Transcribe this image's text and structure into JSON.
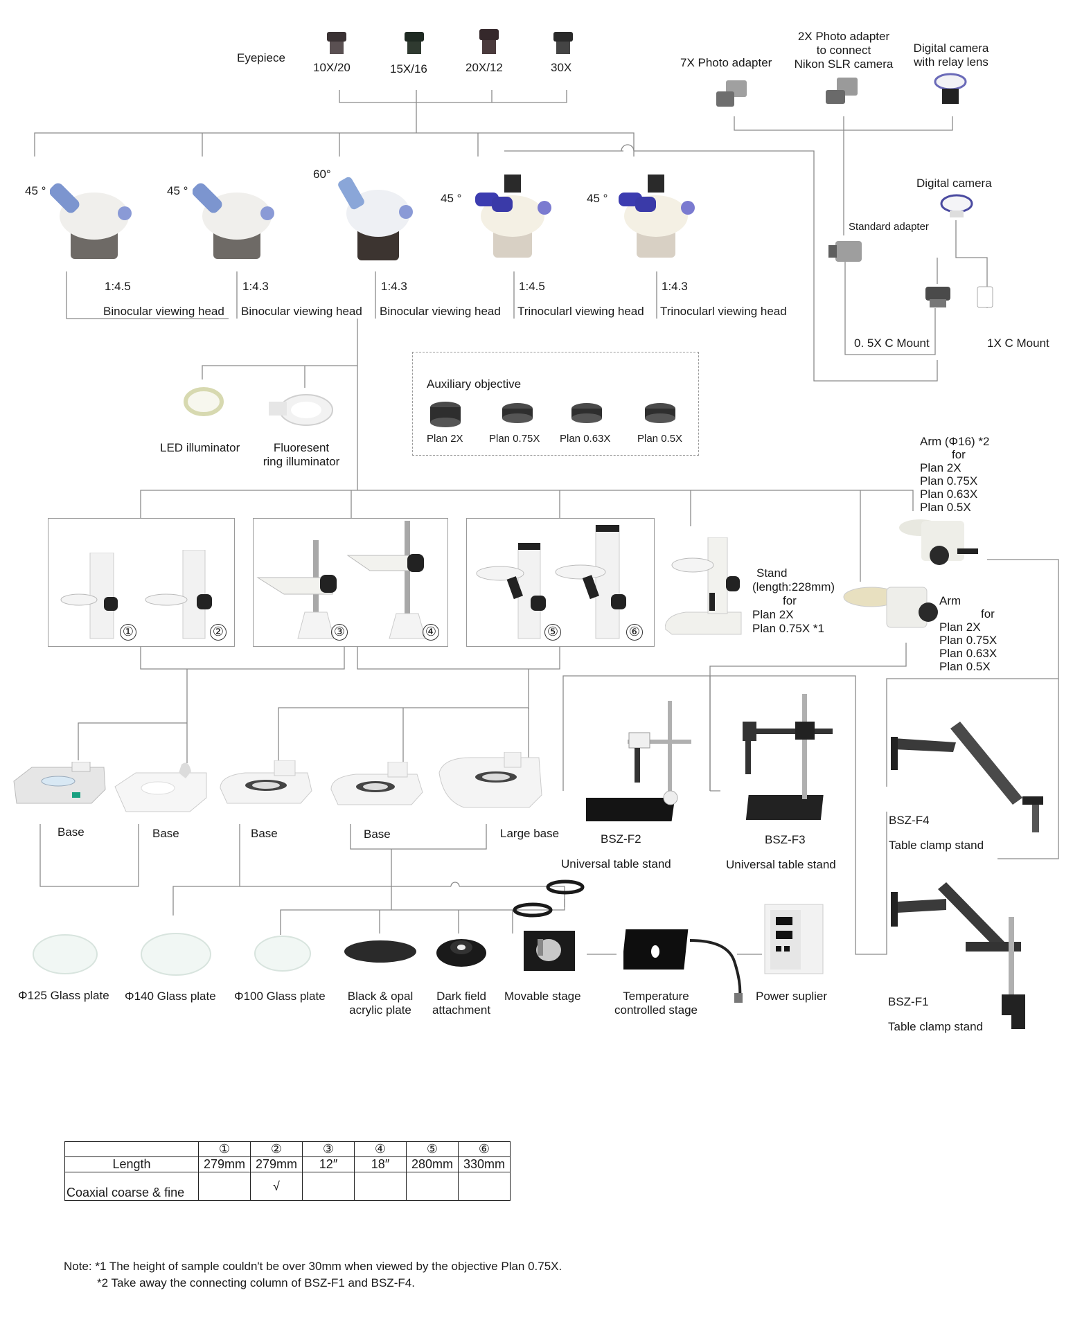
{
  "eyepiece": {
    "label": "Eyepiece",
    "items": [
      "10X/20",
      "15X/16",
      "20X/12",
      "30X"
    ]
  },
  "photo": {
    "adapter7x": "7X Photo  adapter",
    "adapter2x": [
      "2X Photo  adapter",
      "to  connect",
      "Nikon SLR camera"
    ],
    "digital_relay": [
      "Digital camera",
      "with relay lens"
    ],
    "digital_camera": "Digital camera",
    "standard_adapter": "Standard  adapter",
    "c_mount_05": "0. 5X C Mount",
    "c_mount_1": "1X C Mount"
  },
  "heads": [
    {
      "angle": "45 °",
      "ratio": "1:4.5",
      "name": "Binocular viewing head"
    },
    {
      "angle": "45 °",
      "ratio": "1:4.3",
      "name": "Binocular viewing head"
    },
    {
      "angle": "60°",
      "ratio": "1:4.3",
      "name": "Binocular viewing head"
    },
    {
      "angle": "45 °",
      "ratio": "1:4.5",
      "name": "Trinocularl viewing head"
    },
    {
      "angle": "45 °",
      "ratio": "1:4.3",
      "name": "Trinocularl viewing head"
    }
  ],
  "illuminators": {
    "led": "LED illuminator",
    "fluor": [
      "Fluoresent",
      "ring illuminator"
    ]
  },
  "auxiliary": {
    "title": "Auxiliary objective",
    "items": [
      "Plan 2X",
      "Plan 0.75X",
      "Plan 0.63X",
      "Plan 0.5X"
    ]
  },
  "arms": {
    "arm16": [
      "Arm (Φ16) *2",
      "for",
      "Plan 2X",
      "Plan 0.75X",
      "Plan 0.63X",
      "Plan 0.5X"
    ],
    "stand": [
      "Stand",
      "(length:228mm)",
      "for",
      "Plan 2X",
      "Plan 0.75X *1"
    ],
    "arm": [
      "Arm",
      "for",
      "Plan 2X",
      "Plan 0.75X",
      "Plan 0.63X",
      "Plan 0.5X"
    ]
  },
  "pillar_numbers": [
    "①",
    "②",
    "③",
    "④",
    "⑤",
    "⑥"
  ],
  "bases": [
    "Base",
    "Base",
    "Base",
    "Base",
    "Large base"
  ],
  "stands": {
    "f2_code": "BSZ-F2",
    "f2_name": "Universal table stand",
    "f3_code": "BSZ-F3",
    "f3_name": "Universal table stand",
    "f4_code": "BSZ-F4",
    "f4_name": "Table clamp stand",
    "f1_code": "BSZ-F1",
    "f1_name": "Table clamp stand"
  },
  "accessories": {
    "glass125": "Φ125 Glass plate",
    "glass140": "Φ140 Glass plate",
    "glass100": "Φ100 Glass plate",
    "acrylic": [
      "Black & opal",
      "acrylic plate"
    ],
    "darkfield": [
      "Dark field",
      "attachment"
    ],
    "movable": "Movable stage",
    "temp": [
      "Temperature",
      "controlled stage"
    ],
    "power": "Power suplier"
  },
  "table": {
    "headers": [
      "①",
      "②",
      "③",
      "④",
      "⑤",
      "⑥"
    ],
    "row_length_label": "Length",
    "lengths": [
      "279mm",
      "279mm",
      "12″",
      "18″",
      "280mm",
      "330mm"
    ],
    "row_coaxial_label": "Coaxial coarse & fine",
    "coaxial": [
      "",
      "√",
      "",
      "",
      "",
      ""
    ]
  },
  "notes": {
    "n1": "Note: *1 The height of sample couldn't be over 30mm when viewed by the objective Plan 0.75X.",
    "n2": "*2 Take away the connecting column of BSZ-F1 and BSZ-F4."
  }
}
